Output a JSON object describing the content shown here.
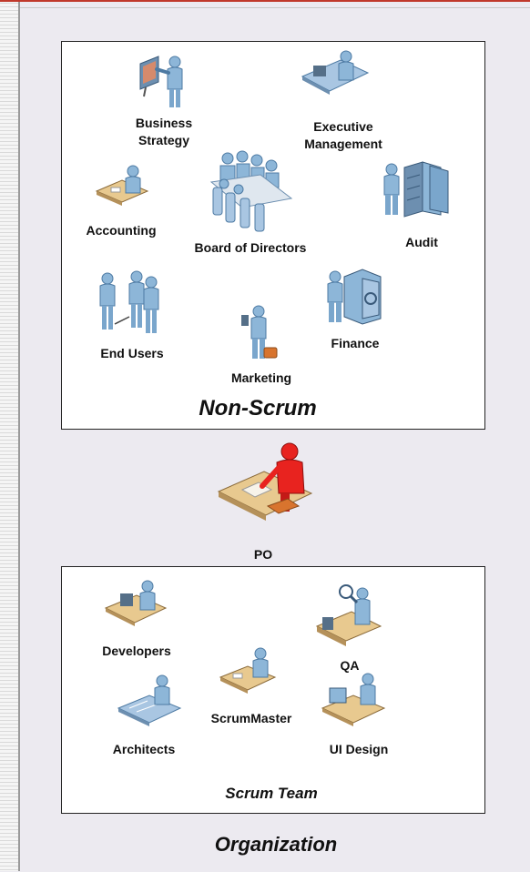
{
  "non_scrum": {
    "title": "Non-Scrum",
    "roles": {
      "business_strategy": "Business\nStrategy",
      "executive_management": "Executive\nManagement",
      "accounting": "Accounting",
      "board_of_directors": "Board of Directors",
      "audit": "Audit",
      "end_users": "End Users",
      "finance": "Finance",
      "marketing": "Marketing"
    }
  },
  "po": {
    "label": "PO"
  },
  "scrum_team": {
    "title": "Scrum Team",
    "roles": {
      "developers": "Developers",
      "qa": "QA",
      "scrummaster": "ScrumMaster",
      "architects": "Architects",
      "ui_design": "UI Design"
    }
  },
  "organization": {
    "title": "Organization"
  },
  "colors": {
    "person": "#8db6d8",
    "po": "#e8231f",
    "desk": "#e8c98f"
  }
}
